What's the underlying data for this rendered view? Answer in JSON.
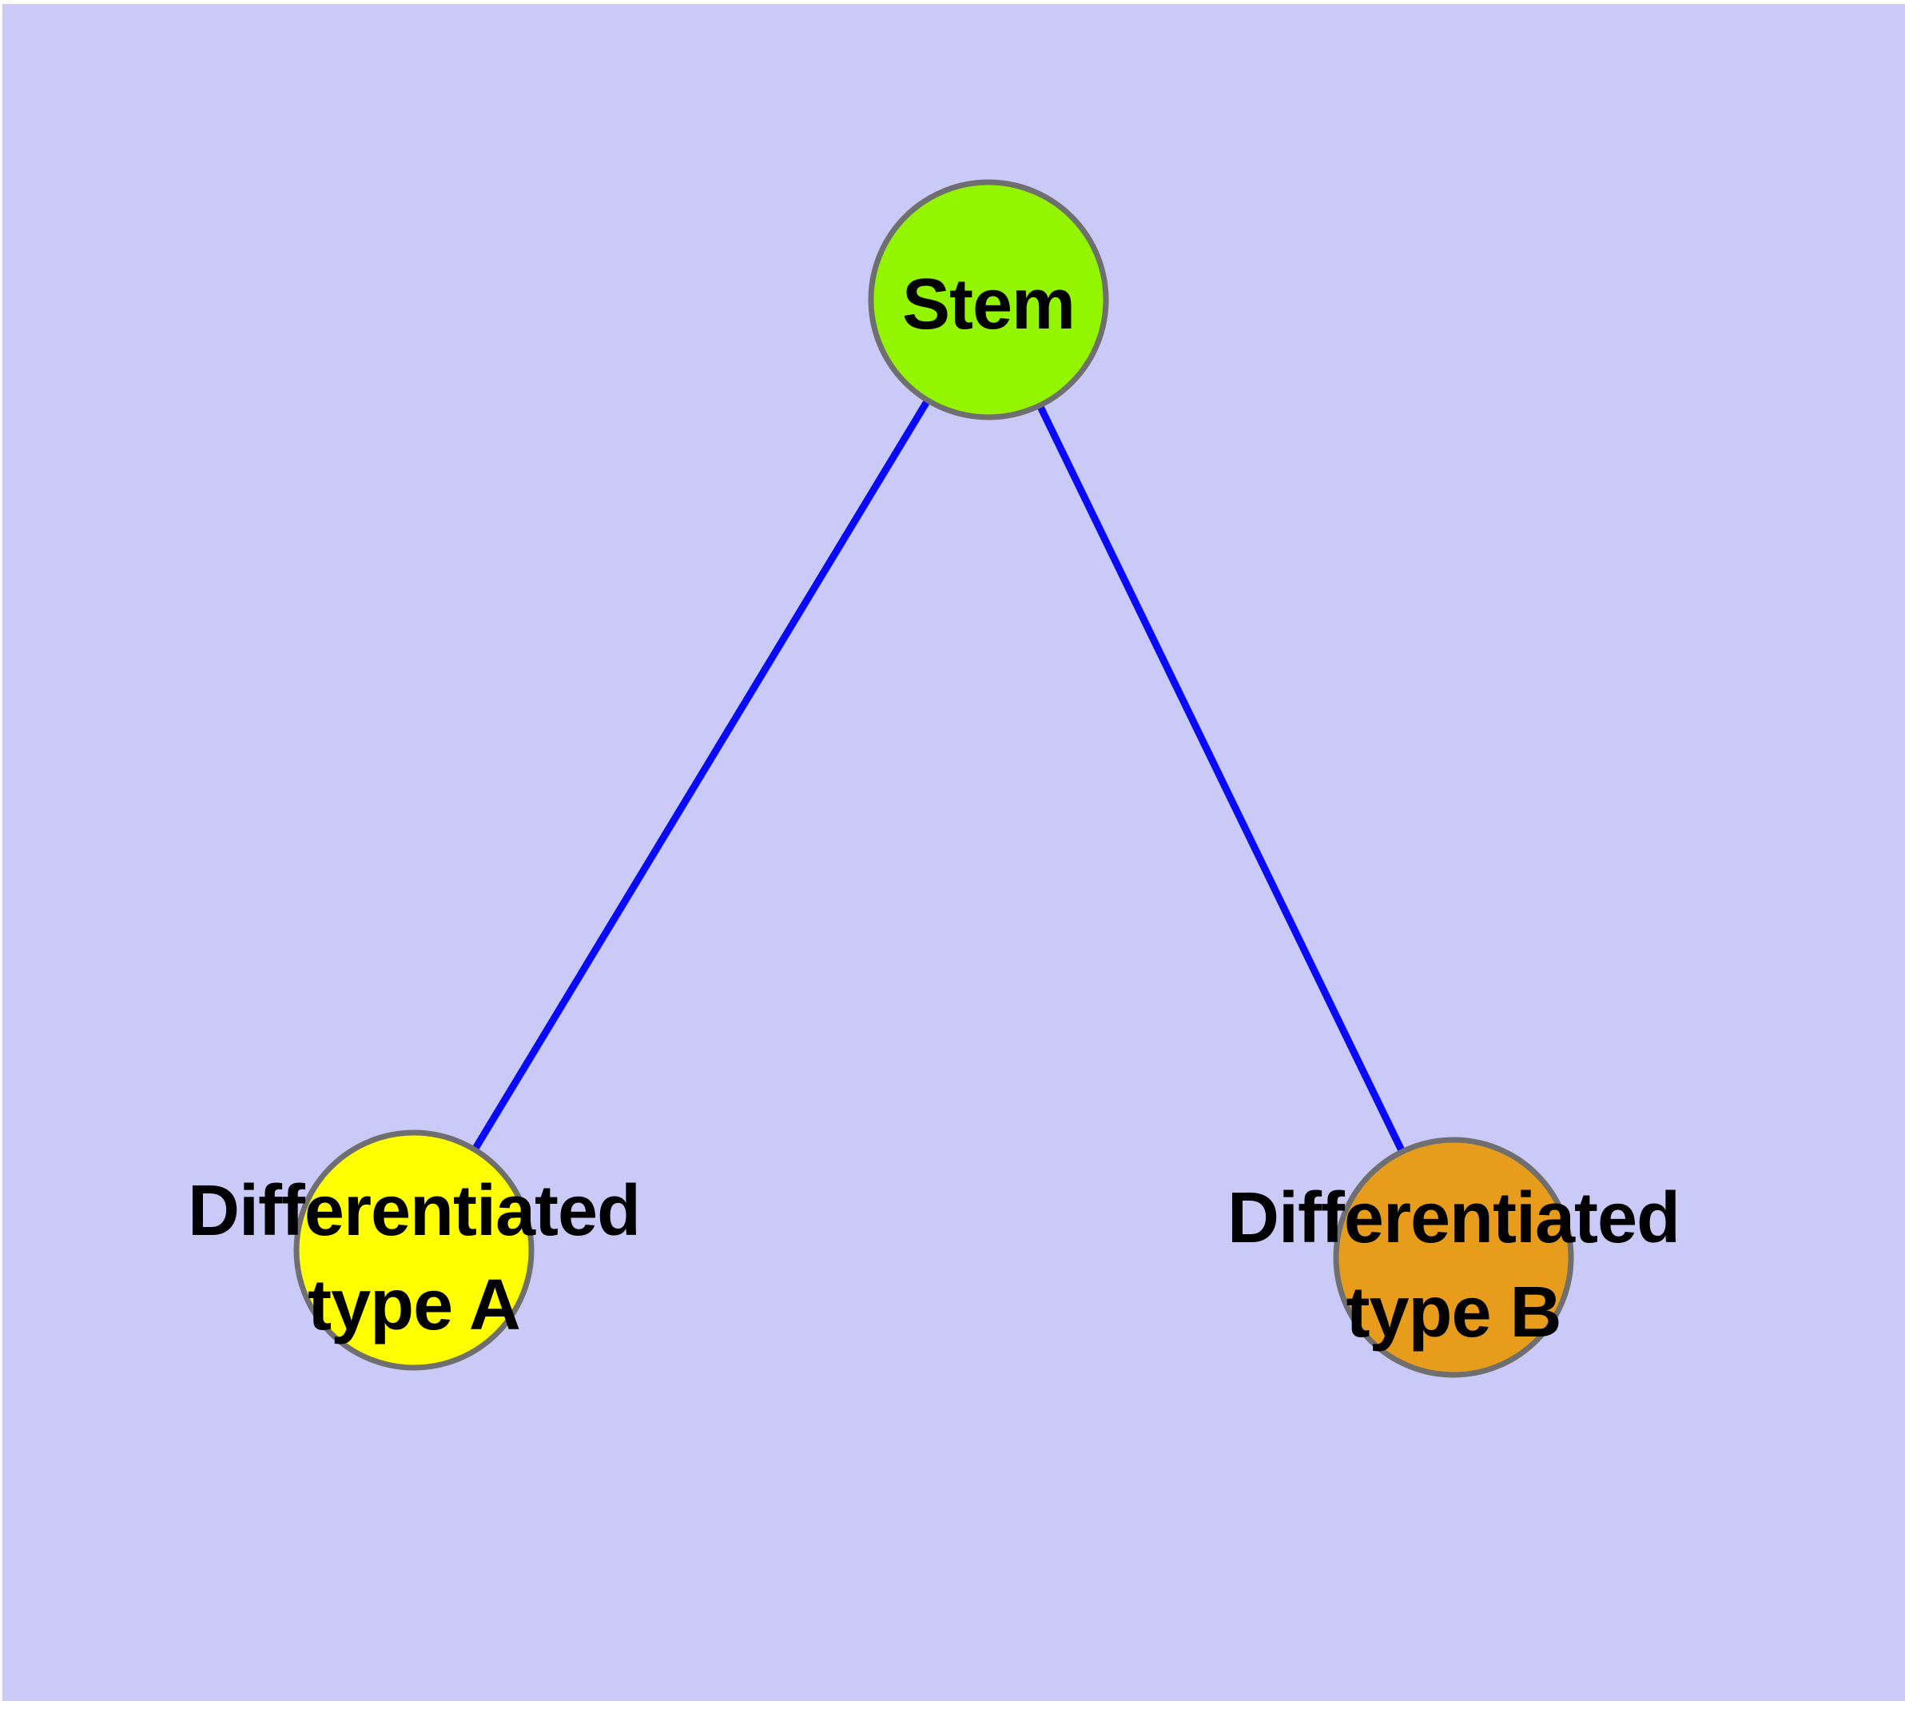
{
  "diagram": {
    "type": "node-link-graph",
    "background_color": "#CACAF8",
    "page_margin_color": "#FFFFFF",
    "edge_color": "#0808FA",
    "node_border_color": "#6F6F6F",
    "label_color": "#000000",
    "nodes": [
      {
        "id": "stem",
        "label": "Stem",
        "fill": "#94F500"
      },
      {
        "id": "differentiated-type-a",
        "label_line1": "Differentiated",
        "label_line2": "type A",
        "fill": "#FFFF00"
      },
      {
        "id": "differentiated-type-b",
        "label_line1": "Differentiated",
        "label_line2": "type B",
        "fill": "#E89C1C"
      }
    ],
    "edges": [
      {
        "from": "Stem",
        "to": "Differentiated type A"
      },
      {
        "from": "Stem",
        "to": "Differentiated type B"
      }
    ]
  }
}
